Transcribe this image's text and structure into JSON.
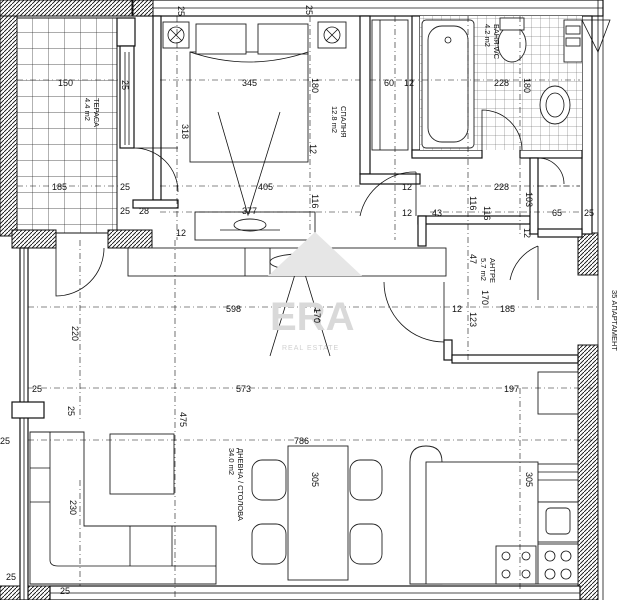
{
  "rooms": {
    "bedroom": {
      "name": "СПАЛНЯ",
      "area": "12.8 m2"
    },
    "bathroom": {
      "name": "БАНЯ WC",
      "area": "4.2 m2"
    },
    "terrace": {
      "name": "ТЕРАСА",
      "area": "4.4 m2"
    },
    "hall": {
      "name": "АНТРЕ",
      "area": "5.7 m2"
    },
    "living": {
      "name": "ДНЕВНА / СТОЛОВА",
      "area": "34.0 m2"
    }
  },
  "apartment_label": "35 АПАРТАМЕНТ",
  "watermark": {
    "logo": "ERA",
    "tagline": "REAL ESTATE"
  },
  "dimensions": {
    "d150": "150",
    "d25a": "25",
    "d185a": "185",
    "d25b": "25",
    "d25c": "25",
    "d28": "28",
    "d25top": "25",
    "d345": "345",
    "d318": "318",
    "d180a": "180",
    "d12a": "12",
    "d405": "405",
    "d116a": "116",
    "d377": "377",
    "d12b": "12",
    "d60": "60",
    "d12c": "12",
    "d25d": "25",
    "d228a": "228",
    "d180b": "180",
    "d12d": "12",
    "d228b": "228",
    "d103": "103",
    "d12e": "12",
    "d43": "43",
    "d116b": "116",
    "d116c": "116",
    "d65": "65",
    "d25e": "25",
    "d12f": "12",
    "d47": "47",
    "d170": "170",
    "d12g": "12",
    "d123": "123",
    "d185b": "185",
    "d598": "598",
    "d170b": "170",
    "d220": "220",
    "d573": "573",
    "d197": "197",
    "d25f": "25",
    "d25g": "25",
    "d25h": "25",
    "d475": "475",
    "d786": "786",
    "d305a": "305",
    "d305b": "305",
    "d230": "230",
    "d25i": "25",
    "d25j": "25"
  }
}
